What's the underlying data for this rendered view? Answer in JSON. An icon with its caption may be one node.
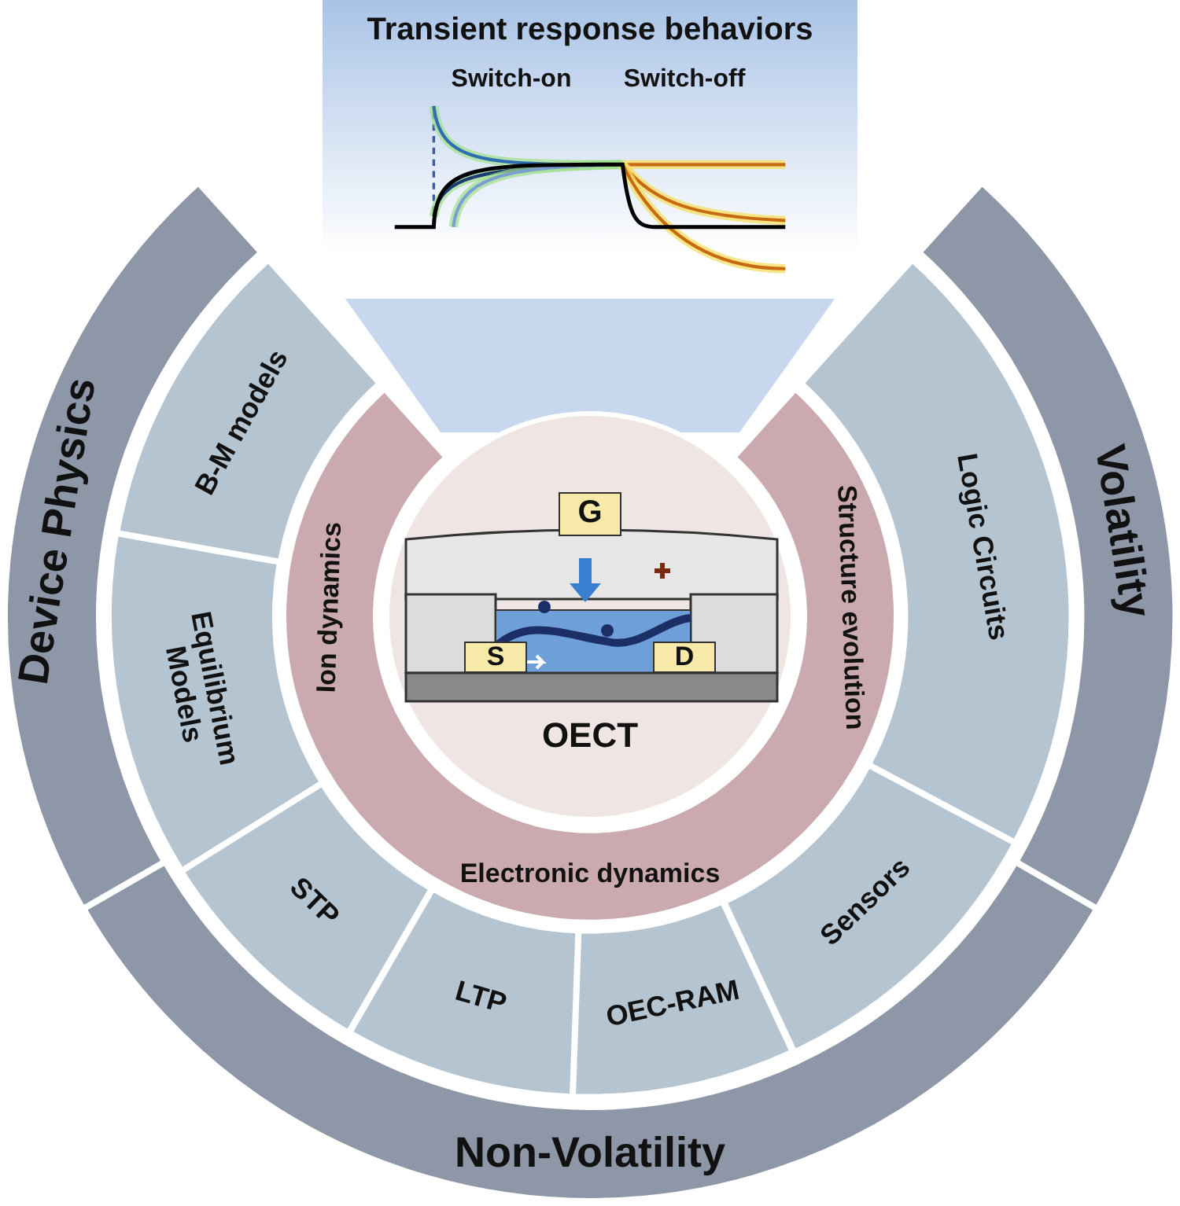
{
  "diagram": {
    "nodes": [
      {
        "text": [
          "Transient response behaviors",
          "Switch-on",
          "Switch-off"
        ]
      },
      {
        "text": [
          "Device Physics"
        ]
      },
      {
        "text": [
          "Volatility"
        ]
      },
      {
        "text": [
          "Non-Volatility"
        ]
      },
      {
        "text": [
          "B-M models"
        ]
      },
      {
        "text": [
          "Equilibrium Models"
        ]
      },
      {
        "text": [
          "STP"
        ]
      },
      {
        "text": [
          "LTP"
        ]
      },
      {
        "text": [
          "OEC-RAM"
        ]
      },
      {
        "text": [
          "Sensors"
        ]
      },
      {
        "text": [
          "Logic Circuits"
        ]
      },
      {
        "text": [
          "Ion dynamics",
          "Electronic dynamics",
          "Structure evolution"
        ]
      },
      {
        "text": [
          "OECT"
        ]
      },
      {
        "text": [
          "G"
        ],
        "in": 12
      },
      {
        "text": [
          "S"
        ],
        "in": 12
      },
      {
        "text": [
          "D"
        ],
        "in": 12
      }
    ]
  }
}
